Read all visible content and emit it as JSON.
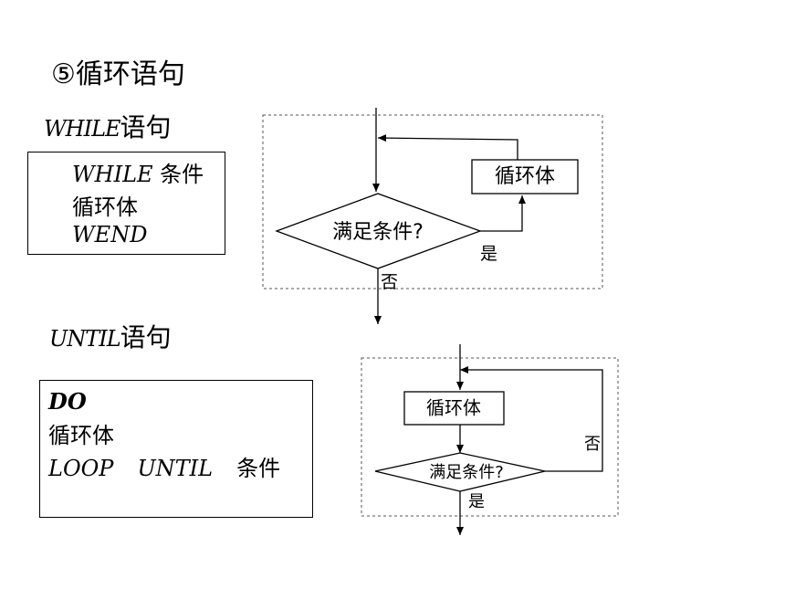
{
  "heading": "⑤循环语句",
  "while_section": {
    "title_keyword": "WHILE",
    "title_suffix": "语句",
    "code": {
      "line1_keyword": "WHILE",
      "line1_rest": " 条件",
      "line2": "循环体",
      "line3_keyword": "WEND"
    },
    "flow": {
      "body_label": "循环体",
      "condition_label": "满足条件?",
      "yes_label": "是",
      "no_label": "否"
    }
  },
  "until_section": {
    "title_keyword": "UNTIL",
    "title_suffix": "语句",
    "code": {
      "line1_keyword": "DO",
      "line2": "循环体",
      "line3_keyword1": "LOOP",
      "line3_keyword2": "UNTIL",
      "line3_rest": "条件"
    },
    "flow": {
      "body_label": "循环体",
      "condition_label": "满足条件?",
      "yes_label": "是",
      "no_label": "否"
    }
  }
}
